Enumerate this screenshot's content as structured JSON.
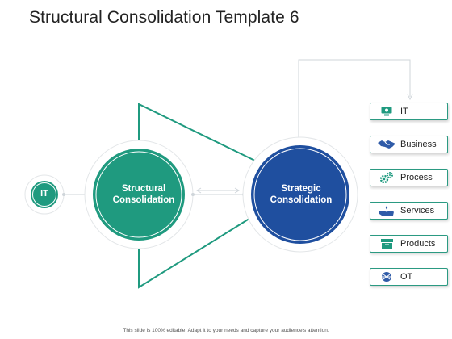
{
  "title": "Structural Consolidation Template 6",
  "circles": {
    "it": "IT",
    "structural": [
      "Structural",
      "Consolidation"
    ],
    "strategic": [
      "Strategic",
      "Consolidation"
    ]
  },
  "items": [
    {
      "label": "IT",
      "icon": "monitor-icon"
    },
    {
      "label": "Business",
      "icon": "handshake-icon"
    },
    {
      "label": "Process",
      "icon": "gears-icon"
    },
    {
      "label": "Services",
      "icon": "hand-service-icon"
    },
    {
      "label": "Products",
      "icon": "box-icon"
    },
    {
      "label": "OT",
      "icon": "globe-icon"
    }
  ],
  "footer": "This slide is 100% editable. Adapt it to your needs and capture your audience's attention.",
  "colors": {
    "teal": "#1f9a7f",
    "blue": "#1f4f9f",
    "icon_blue": "#2f5ba8",
    "icon_teal": "#1f9a7f",
    "connector": "#cfd5da"
  }
}
